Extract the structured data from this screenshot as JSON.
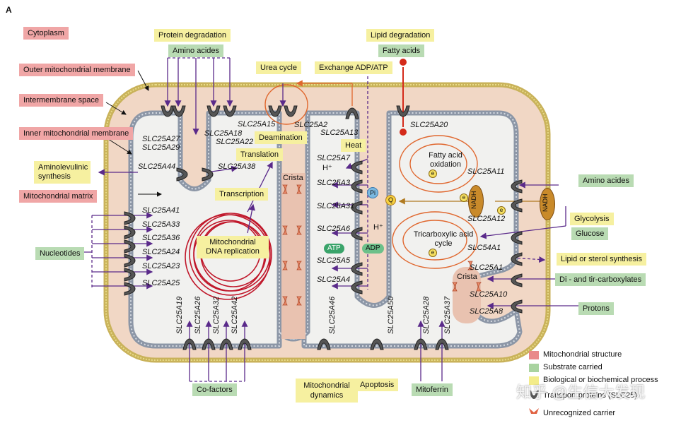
{
  "panel_letter": "A",
  "structure_labels": {
    "cytoplasm": "Cytoplasm",
    "outer_membrane": "Outer mitochondrial membrane",
    "intermembrane": "Intermembrane space",
    "inner_membrane": "Inner mitochondrial membrane",
    "matrix": "Mitochondrial matrix"
  },
  "top_labels": {
    "protein_degradation": "Protein degradation",
    "amino_acides_top": "Amino acides",
    "lipid_degradation": "Lipid degradation",
    "fatty_acids": "Fatty acids",
    "urea_cycle": "Urea cycle",
    "exchange": "Exchange ADP/ATP"
  },
  "left_labels": {
    "aminolevulinic": "Aminolevulinic synthesis",
    "nucleotides": "Nucleotides"
  },
  "right_labels": {
    "amino_acides_right": "Amino acides",
    "glycolysis": "Glycolysis",
    "glucose": "Glucose",
    "lipid_sterol": "Lipid or sterol synthesis",
    "di_tri": "Di - and tir-carboxylates",
    "protons": "Protons"
  },
  "bottom_labels": {
    "cofactors": "Co-factors",
    "mito_dynamics": "Mitochondrial dynamics",
    "apoptosis": "Apoptosis",
    "mitoferrin": "Mitoferrin"
  },
  "inner_labels": {
    "deamination": "Deamination",
    "translation": "Translation",
    "transcription": "Transcription",
    "mito_dna": "Mitochondrial DNA replication",
    "crista_1": "Crista",
    "crista_2": "Crista",
    "heat": "Heat",
    "h_plus_1": "H⁺",
    "h_plus_2": "H⁺",
    "pi": "Pi",
    "atp": "ATP",
    "adp": "ADP",
    "q": "Q",
    "nadh_1": "NADH",
    "nadh_2": "NADH",
    "e": "e",
    "fatty_oxidation": "Fatty acid oxidation",
    "tca": "Tricarboxylic acid cycle"
  },
  "genes": {
    "a27": "SLC25A27",
    "a29": "SLC25A29",
    "a18": "SLC25A18",
    "a22": "SLC25A22",
    "a15": "SLC25A15",
    "a2": "SLC25A2",
    "a13": "SLC25A13",
    "a20": "SLC25A20",
    "a44": "SLC25A44",
    "a38": "SLC25A38",
    "a7": "SLC25A7",
    "a3": "SLC25A3",
    "a31": "SLC25A31",
    "a6": "SLC25A6",
    "a5": "SLC25A5",
    "a4": "SLC25A4",
    "a11": "SLC25A11",
    "a12": "SLC25A12",
    "a54a1": "SLC54A1",
    "a1": "SLC25A1",
    "a10": "SLC25A10",
    "a8": "SLC25A8",
    "a41": "SLC25A41",
    "a33": "SLC25A33",
    "a36": "SLC25A36",
    "a24": "SLC25A24",
    "a23": "SLC25A23",
    "a25": "SLC25A25",
    "a19": "SLC25A19",
    "a26": "SLC25A26",
    "a32": "SLC25A32",
    "a42": "SLC25A42",
    "a46": "SLC25A46",
    "a50": "SLC25A50",
    "a28": "SLC25A28",
    "a37": "SLC25A37"
  },
  "legend": [
    {
      "label": "Mitochondrial structure",
      "color": "#e98a8a"
    },
    {
      "label": "Substrate carried",
      "color": "#a9d3a0"
    },
    {
      "label": "Biological or biochemical process",
      "color": "#f3ec8a"
    },
    {
      "label": "Transport proteins (SLC25)",
      "color": "#555555"
    },
    {
      "label": "Unrecognized carrier",
      "color": "#e06040"
    }
  ],
  "watermark": "知乎 @生信大发现",
  "colors": {
    "outer_fill": "#f1d7c5",
    "matrix_fill": "#f1f1ef",
    "membrane": "#9aa4b2",
    "arrow_purple": "#5a2a8a",
    "arrow_orange": "#e0672e",
    "arrow_brown": "#b07a20",
    "dna_red": "#c0172a"
  }
}
